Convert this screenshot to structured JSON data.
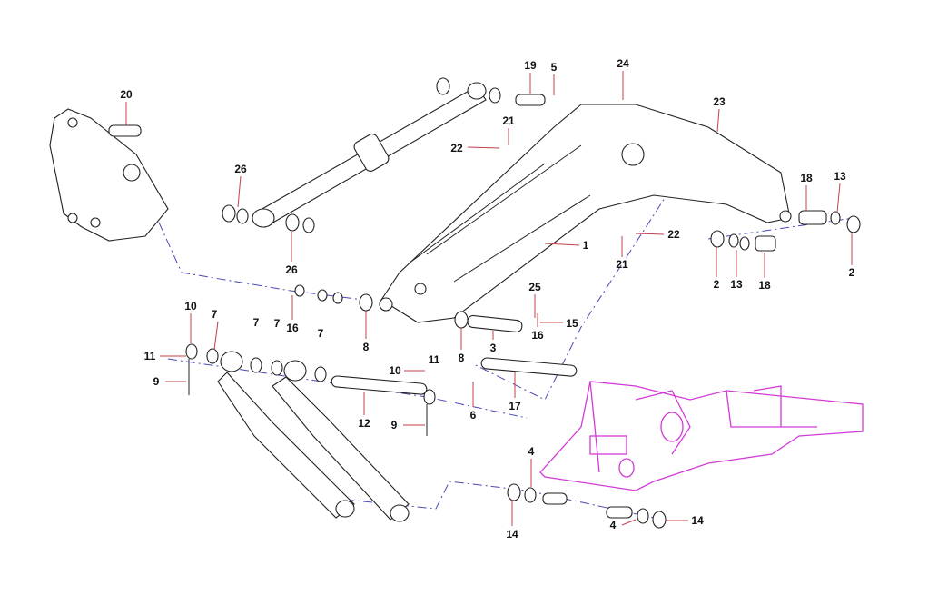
{
  "diagram": {
    "type": "exploded-parts-view",
    "accent_colors": {
      "frame": "#d23ad8",
      "leader": "#c0404a",
      "centerline": "#4a4ab8"
    },
    "callouts": [
      "20",
      "19",
      "5",
      "24",
      "23",
      "21",
      "22",
      "26",
      "26",
      "18",
      "13",
      "22",
      "1",
      "21",
      "2",
      "13",
      "18",
      "2",
      "25",
      "15",
      "16",
      "16",
      "8",
      "8",
      "3",
      "10",
      "7",
      "7",
      "7",
      "7",
      "11",
      "9",
      "11",
      "10",
      "12",
      "9",
      "6",
      "17",
      "4",
      "14",
      "4",
      "14"
    ]
  }
}
